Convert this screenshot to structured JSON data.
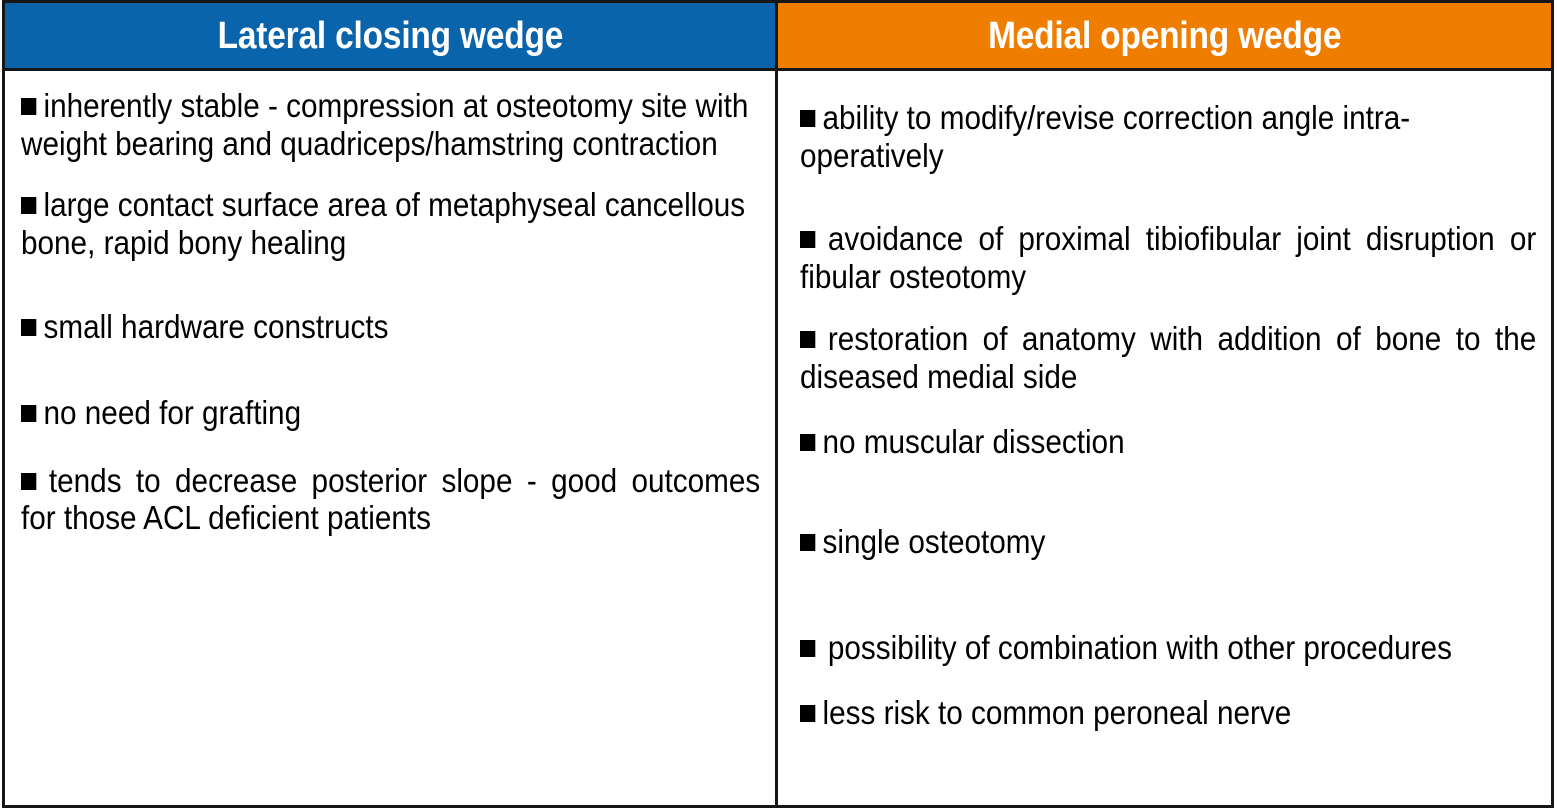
{
  "table": {
    "columns": [
      {
        "header": "Lateral closing wedge",
        "header_color": "#0A64AC",
        "items": [
          "inherently stable - compression at osteotomy site with weight bearing and quadriceps/hamstring contraction",
          "large contact surface area of metaphyseal cancellous bone, rapid bony healing",
          "small hardware constructs",
          "no need for grafting",
          "tends to decrease posterior slope - good outcomes for those ACL deficient patients"
        ]
      },
      {
        "header": "Medial opening wedge",
        "header_color": "#EF7D00",
        "items": [
          "ability to modify/revise correction angle intra-operatively",
          "avoidance of proximal tibiofibular joint disruption or fibular osteotomy",
          "restoration of anatomy with addition of bone to the diseased medial side",
          "no muscular dissection",
          "single osteotomy",
          "possibility of combination with other procedures",
          "less risk to common peroneal nerve"
        ]
      }
    ],
    "bullet_glyph": "filled-square",
    "border_color": "#161616",
    "text_color": "#000000",
    "header_text_color": "#FFFFFF",
    "background_color": "#FFFFFF"
  }
}
